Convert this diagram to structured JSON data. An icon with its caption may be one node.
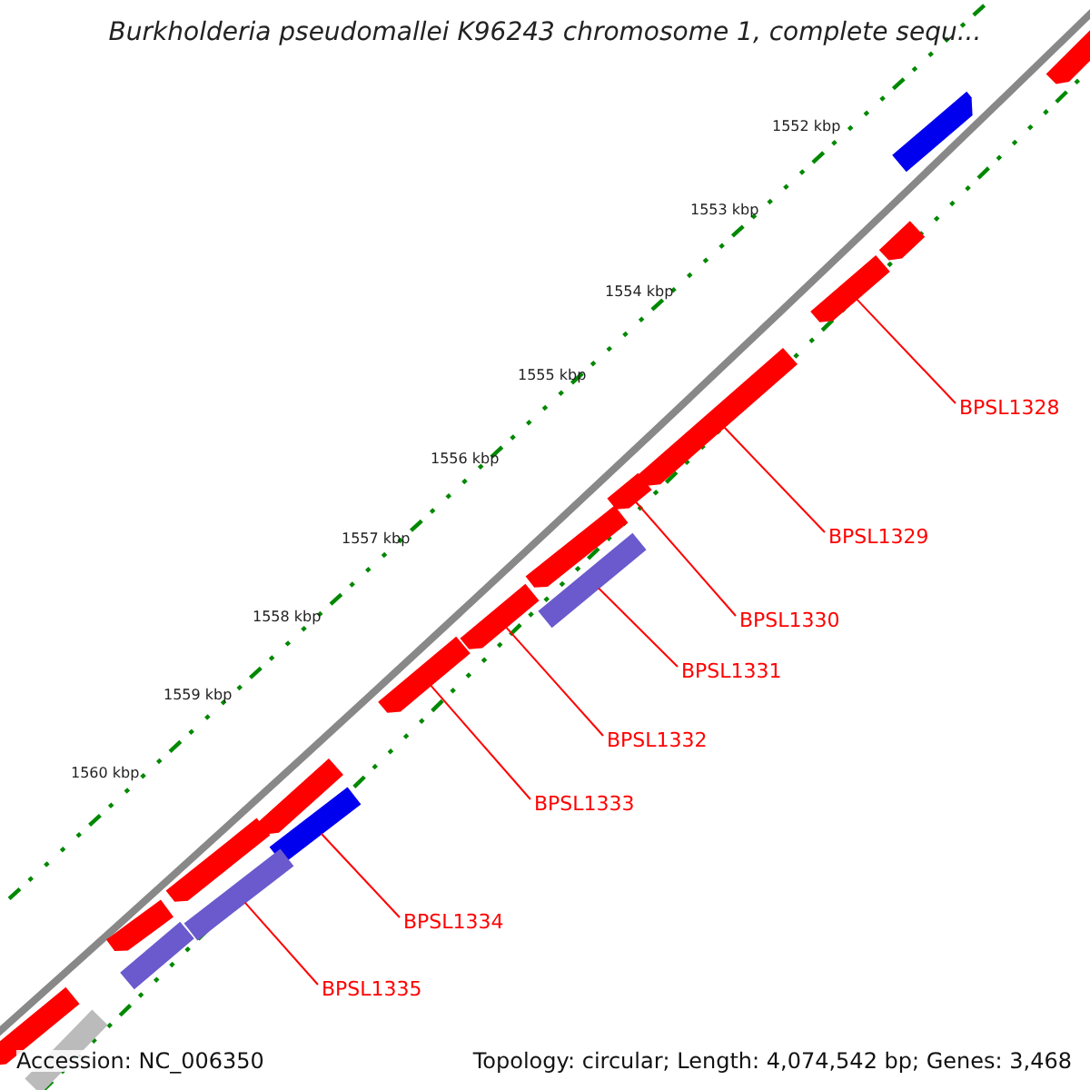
{
  "diagram": {
    "title": "Burkholderia pseudomallei K96243 chromosome 1, complete sequ...",
    "nodes": [
      {
        "text": [
          "BPSL1328"
        ]
      },
      {
        "text": [
          "BPSL1329"
        ]
      },
      {
        "text": [
          "BPSL1330"
        ]
      },
      {
        "text": [
          "BPSL1331"
        ]
      },
      {
        "text": [
          "BPSL1332"
        ]
      },
      {
        "text": [
          "BPSL1333"
        ]
      },
      {
        "text": [
          "BPSL1334"
        ]
      },
      {
        "text": [
          "BPSL1335"
        ]
      },
      {
        "text": [],
        "shape": "bar"
      },
      {
        "text": [],
        "shape": "bar"
      },
      {
        "text": [],
        "shape": "bar"
      },
      {
        "text": [],
        "shape": "bar"
      },
      {
        "text": [],
        "shape": "bar"
      },
      {
        "text": [],
        "shape": "bar"
      },
      {
        "text": [],
        "shape": "bar"
      },
      {
        "text": [],
        "shape": "bar"
      },
      {
        "text": [],
        "shape": "bar"
      },
      {
        "text": [],
        "shape": "bar"
      },
      {
        "text": [],
        "shape": "bar"
      },
      {
        "text": [],
        "shape": "bar"
      },
      {
        "text": [],
        "shape": "bar"
      },
      {
        "text": [],
        "shape": "bar"
      },
      {
        "text": [],
        "shape": "bar"
      },
      {
        "text": [],
        "shape": "bar"
      },
      {
        "text": [],
        "shape": "bar"
      },
      {
        "text": [],
        "shape": "bar"
      }
    ],
    "edges": [
      {
        "from": 0,
        "to": 11,
        "arrow": "none"
      },
      {
        "from": 1,
        "to": 12,
        "arrow": "none"
      },
      {
        "from": 2,
        "to": 13,
        "arrow": "none"
      },
      {
        "from": 3,
        "to": 14,
        "arrow": "none"
      },
      {
        "from": 4,
        "to": 16,
        "arrow": "none"
      },
      {
        "from": 5,
        "to": 17,
        "arrow": "none"
      },
      {
        "from": 6,
        "to": 19,
        "arrow": "none"
      },
      {
        "from": 7,
        "to": 21,
        "arrow": "none"
      }
    ],
    "labels": [
      "1552 kbp",
      "1553 kbp",
      "1554 kbp",
      "1555 kbp",
      "1556 kbp",
      "1557 kbp",
      "1558 kbp",
      "1559 kbp",
      "1560 kbp",
      "Accession: NC_006350",
      "Topology: circular; Length: 4,074,542 bp; Genes: 3,468"
    ]
  }
}
